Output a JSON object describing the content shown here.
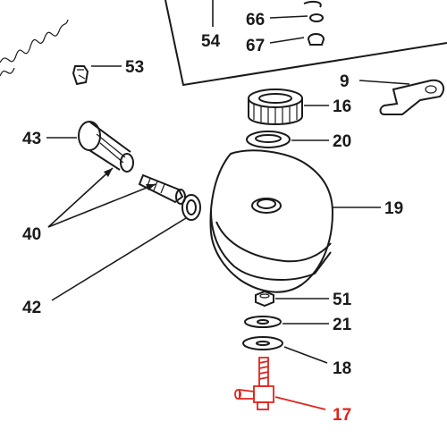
{
  "colors": {
    "ink": "#1a1a1a",
    "highlight": "#e0231c",
    "background": "#ffffff"
  },
  "labels": {
    "l53": "53",
    "l54": "54",
    "l66": "66",
    "l67": "67",
    "l9": "9",
    "l16": "16",
    "l20": "20",
    "l43": "43",
    "l40": "40",
    "l19": "19",
    "l42": "42",
    "l51": "51",
    "l21": "21",
    "l18": "18",
    "l17": "17"
  }
}
